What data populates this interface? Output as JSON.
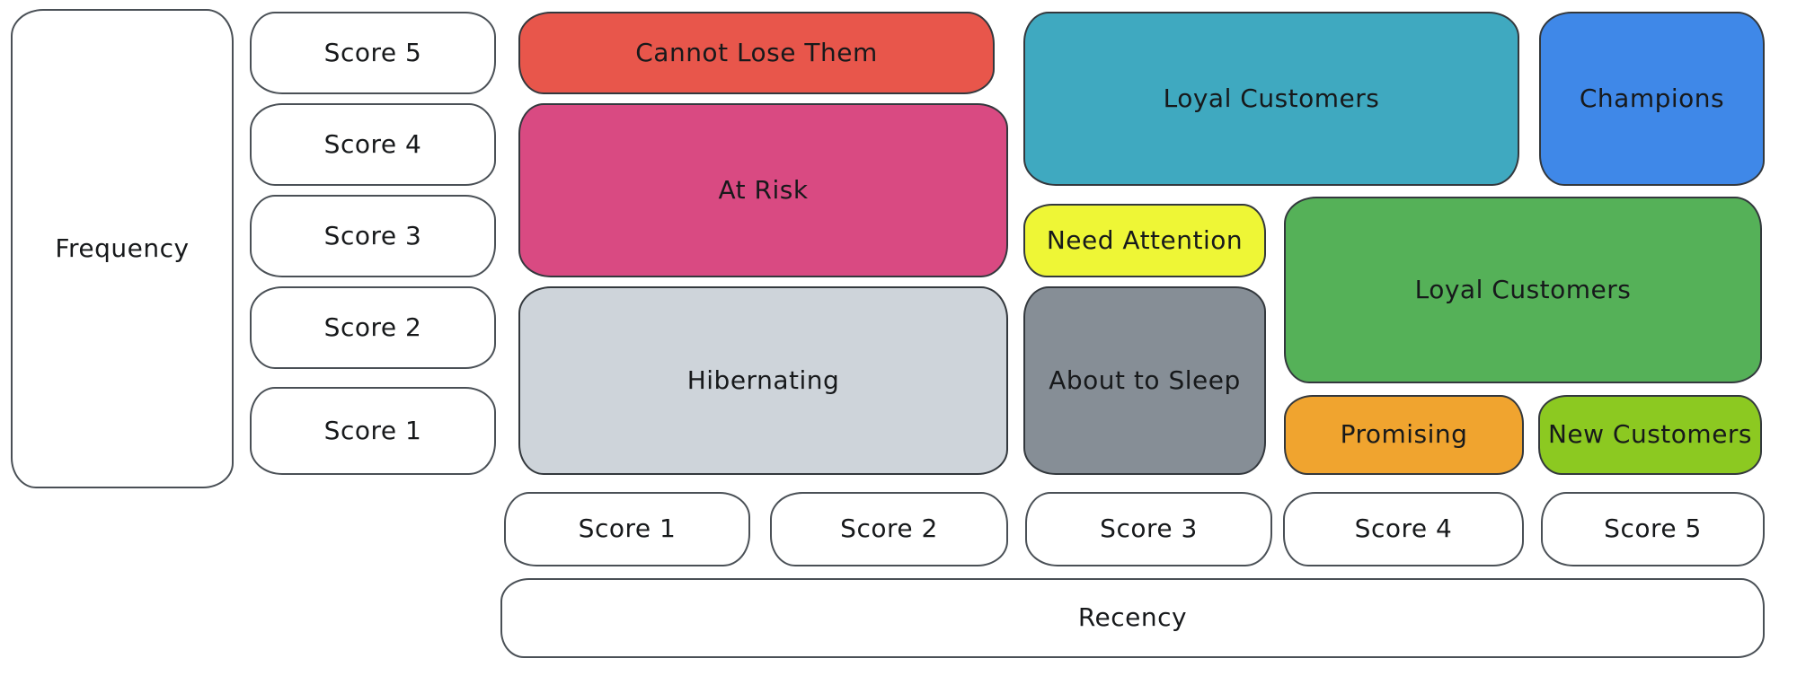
{
  "frequency_axis": {
    "label": "Frequency",
    "scores": [
      {
        "label": "Score 5"
      },
      {
        "label": "Score 4"
      },
      {
        "label": "Score 3"
      },
      {
        "label": "Score 2"
      },
      {
        "label": "Score 1"
      }
    ]
  },
  "recency_axis": {
    "label": "Recency",
    "scores": [
      {
        "label": "Score 1"
      },
      {
        "label": "Score 2"
      },
      {
        "label": "Score 3"
      },
      {
        "label": "Score 4"
      },
      {
        "label": "Score 5"
      }
    ]
  },
  "segments": [
    {
      "label": "Cannot Lose Them",
      "fill": "#e8564b",
      "recency_scores": "1-2",
      "frequency_scores": "5"
    },
    {
      "label": "At Risk",
      "fill": "#d94a82",
      "recency_scores": "1-2",
      "frequency_scores": "3-4"
    },
    {
      "label": "Hibernating",
      "fill": "#ced4da",
      "recency_scores": "1-2",
      "frequency_scores": "1-2"
    },
    {
      "label": "Loyal Customers",
      "fill": "#3fa9c0",
      "recency_scores": "3-4",
      "frequency_scores": "4-5"
    },
    {
      "label": "Champions",
      "fill": "#3f88e8",
      "recency_scores": "5",
      "frequency_scores": "4-5"
    },
    {
      "label": "Need Attention",
      "fill": "#eef636",
      "recency_scores": "3",
      "frequency_scores": "3"
    },
    {
      "label": "About to Sleep",
      "fill": "#868e96",
      "recency_scores": "3",
      "frequency_scores": "1-2"
    },
    {
      "label": "Loyal Customers",
      "fill": "#55b158",
      "recency_scores": "4-5",
      "frequency_scores": "2-3"
    },
    {
      "label": "Promising",
      "fill": "#f0a42f",
      "recency_scores": "4",
      "frequency_scores": "1"
    },
    {
      "label": "New Customers",
      "fill": "#8cc921",
      "recency_scores": "5",
      "frequency_scores": "1"
    }
  ],
  "style": {
    "background": "#ffffff",
    "text_color": "#17191b",
    "outline_box_fill": "#ffffff",
    "outline_box_border": "#4a5056",
    "segment_border": "#33383d"
  }
}
